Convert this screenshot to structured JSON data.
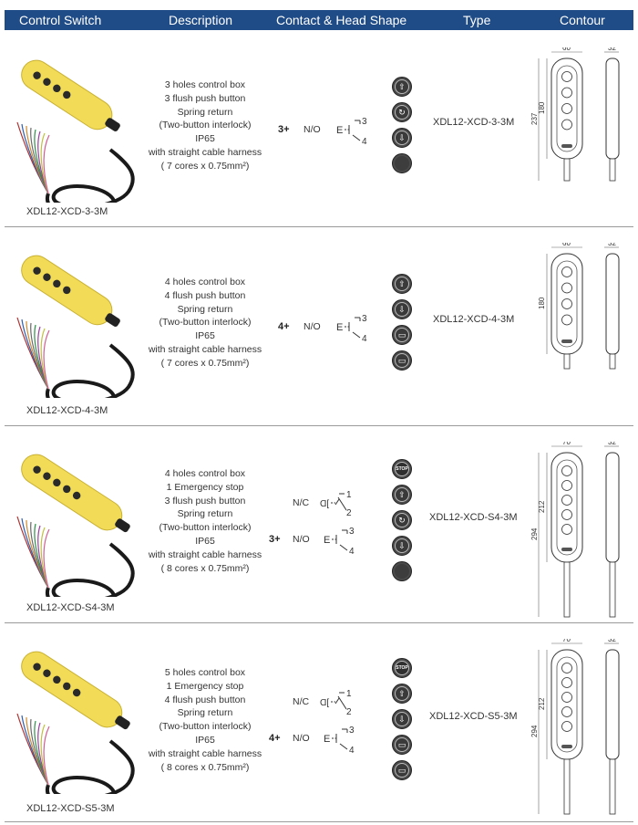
{
  "header": {
    "col1": "Control Switch",
    "col2": "Description",
    "col3": "Contact & Head Shape",
    "col4": "Type",
    "col5": "Contour"
  },
  "colors": {
    "header_bg": "#1f4b87",
    "pendant_yellow": "#f2dc57"
  },
  "rows": [
    {
      "model": "XDL12-XCD-3-3M",
      "description": [
        "3 holes control box",
        "3 flush push button",
        "Spring return",
        "(Two-button interlock)",
        "IP65",
        "with straight cable harness",
        "( 7 cores x 0.75mm²)"
      ],
      "no_count": "3+",
      "no_label": "N/O",
      "nc_label": "",
      "no_terms": [
        "3",
        "4"
      ],
      "nc_terms": [],
      "type": "XDL12-XCD-3-3M",
      "buttons": [
        "arrow-up-icon",
        "rotate-icon",
        "arrow-down-icon",
        "blank-icon"
      ],
      "dims": {
        "width": "60",
        "depth": "32",
        "body": "180",
        "total": "237"
      }
    },
    {
      "model": "XDL12-XCD-4-3M",
      "description": [
        "4 holes control box",
        "4 flush push button",
        "Spring return",
        "(Two-button interlock)",
        "IP65",
        "with straight cable harness",
        "( 7 cores x 0.75mm²)"
      ],
      "no_count": "4+",
      "no_label": "N/O",
      "nc_label": "",
      "no_terms": [
        "3",
        "4"
      ],
      "nc_terms": [],
      "type": "XDL12-XCD-4-3M",
      "buttons": [
        "arrow-up-icon",
        "arrow-down-icon",
        "page-icon",
        "page-icon"
      ],
      "dims": {
        "width": "60",
        "depth": "32",
        "body": "180",
        "total": ""
      }
    },
    {
      "model": "XDL12-XCD-S4-3M",
      "description": [
        "4 holes control box",
        "1 Emergency stop",
        "3 flush push button",
        "Spring return",
        "(Two-button interlock)",
        "IP65",
        "with straight cable harness",
        "( 8 cores x 0.75mm²)"
      ],
      "no_count": "3+",
      "no_label": "N/O",
      "nc_label": "N/C",
      "no_terms": [
        "3",
        "4"
      ],
      "nc_terms": [
        "1",
        "2"
      ],
      "type": "XDL12-XCD-S4-3M",
      "buttons": [
        "stop-icon",
        "arrow-up-icon",
        "rotate-icon",
        "arrow-down-icon",
        "blank-icon"
      ],
      "dims": {
        "width": "70",
        "depth": "32",
        "body": "212",
        "total": "294"
      }
    },
    {
      "model": "XDL12-XCD-S5-3M",
      "description": [
        "5 holes control box",
        "1 Emergency stop",
        "4 flush push button",
        "Spring return",
        "(Two-button interlock)",
        "IP65",
        "with straight cable harness",
        "( 8 cores x 0.75mm²)"
      ],
      "no_count": "4+",
      "no_label": "N/O",
      "nc_label": "N/C",
      "no_terms": [
        "3",
        "4"
      ],
      "nc_terms": [
        "1",
        "2"
      ],
      "type": "XDL12-XCD-S5-3M",
      "buttons": [
        "stop-icon",
        "arrow-up-icon",
        "arrow-down-icon",
        "page-icon",
        "page-icon"
      ],
      "dims": {
        "width": "70",
        "depth": "32",
        "body": "212",
        "total": "294"
      }
    }
  ],
  "stop_text": "STOP"
}
